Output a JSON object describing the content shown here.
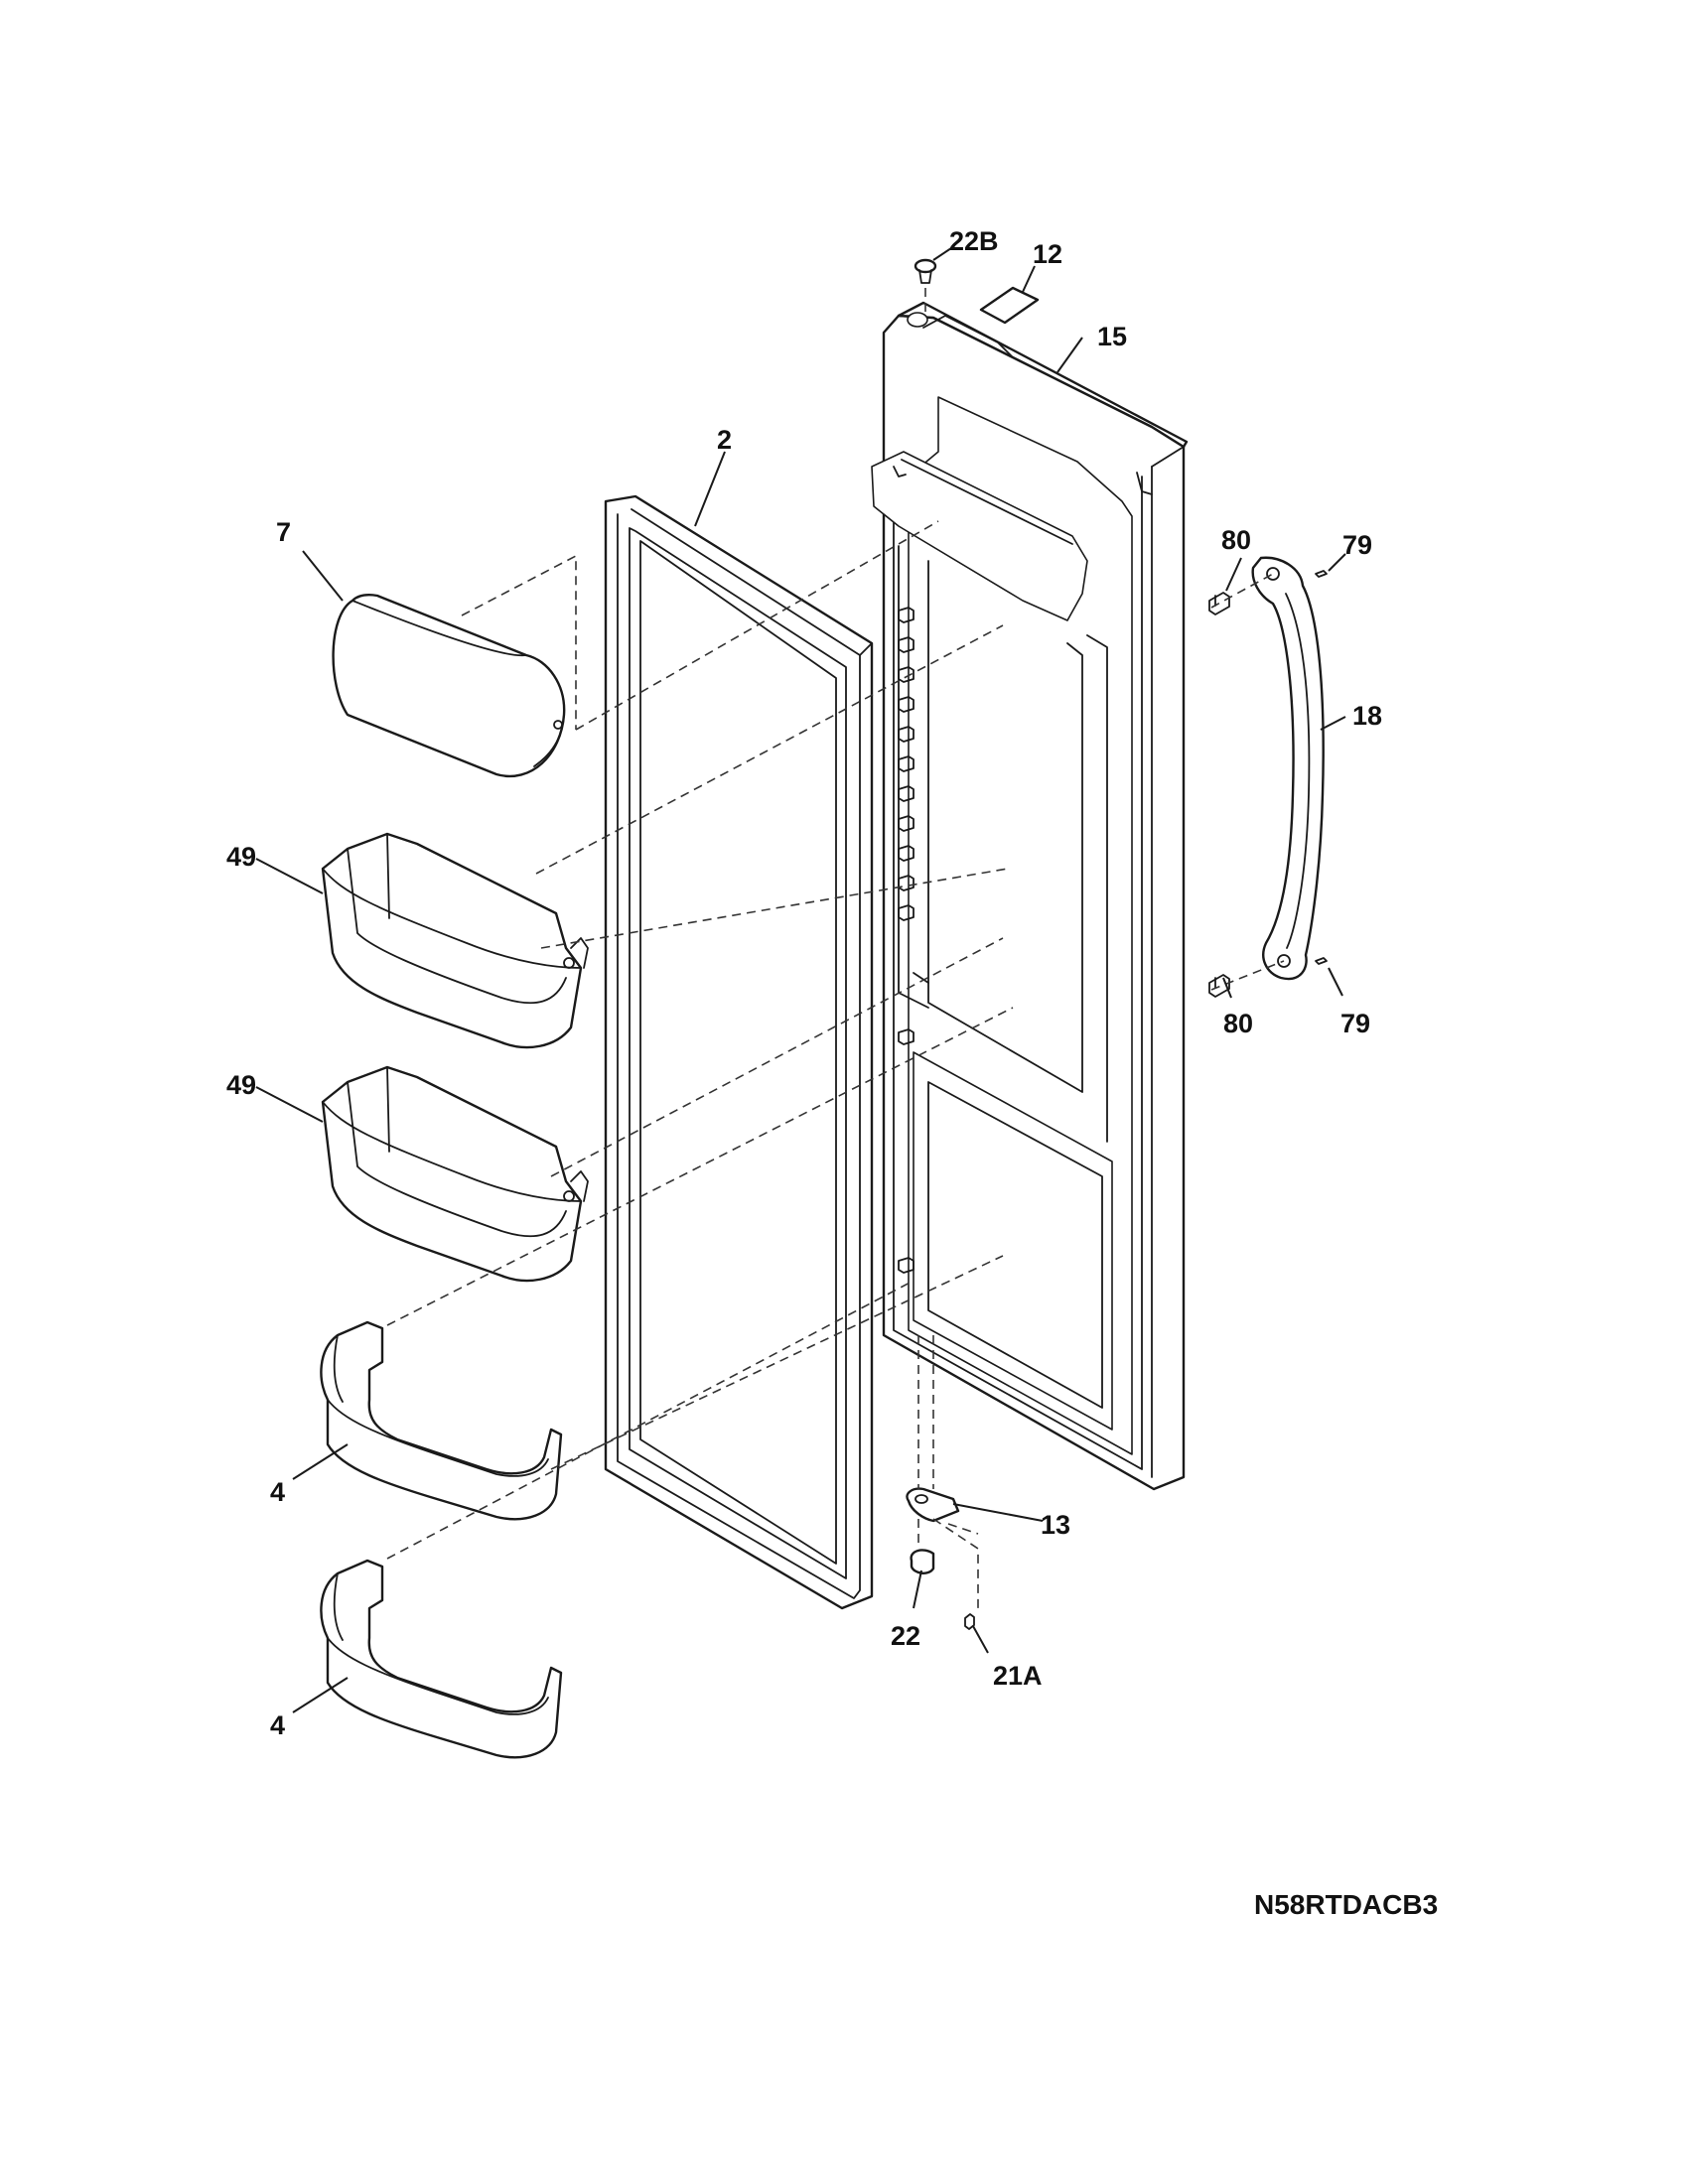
{
  "diagram": {
    "drawing_code": "N58RTDACB3",
    "callouts": {
      "p22b": "22B",
      "p12": "12",
      "p15": "15",
      "p2": "2",
      "p7": "7",
      "p80_top": "80",
      "p79_top": "79",
      "p18": "18",
      "p49_upper": "49",
      "p49_lower": "49",
      "p80_bottom": "80",
      "p79_bottom": "79",
      "p4_upper": "4",
      "p4_lower": "4",
      "p13": "13",
      "p22": "22",
      "p21a": "21A"
    }
  }
}
